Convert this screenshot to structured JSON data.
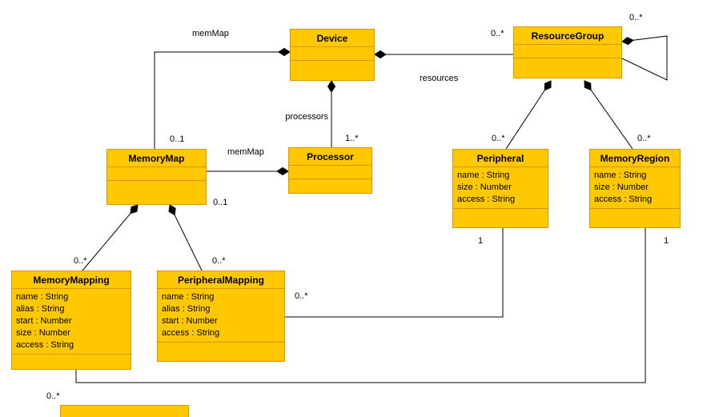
{
  "colors": {
    "class_fill": "#FFC800",
    "class_border": "#DE9400",
    "line": "#000000",
    "background": "#FFFFFF"
  },
  "classes": {
    "device": {
      "name": "Device",
      "attributes": []
    },
    "resource_group": {
      "name": "ResourceGroup",
      "attributes": []
    },
    "memory_map": {
      "name": "MemoryMap",
      "attributes": []
    },
    "processor": {
      "name": "Processor",
      "attributes": []
    },
    "peripheral": {
      "name": "Peripheral",
      "attributes": [
        "name : String",
        "size : Number",
        "access : String"
      ]
    },
    "memory_region": {
      "name": "MemoryRegion",
      "attributes": [
        "name : String",
        "size : Number",
        "access : String"
      ]
    },
    "memory_mapping": {
      "name": "MemoryMapping",
      "attributes": [
        "name : String",
        "alias : String",
        "start : Number",
        "size : Number",
        "access : String"
      ]
    },
    "peripheral_mapping": {
      "name": "PeripheralMapping",
      "attributes": [
        "name : String",
        "alias : String",
        "start : Number",
        "access : String"
      ]
    }
  },
  "edges": {
    "device_memmap_label": "memMap",
    "device_memmap_mult": "0..1",
    "device_resources_label": "resources",
    "device_resources_mult": "0..*",
    "resourcegroup_self_mult": "0..*",
    "device_processors_label": "processors",
    "device_processors_mult": "1..*",
    "processor_memmap_label": "memMap",
    "processor_memmap_mult": "0..1",
    "resourcegroup_peripheral_mult": "0..*",
    "resourcegroup_memoryregion_mult": "0..*",
    "memorymap_memorymapping_mult": "0..*",
    "memorymap_peripheralmapping_mult": "0..*",
    "peripheralmapping_peripheral_mult_source": "0..*",
    "peripheralmapping_peripheral_mult_target": "1",
    "memorymapping_memoryregion_mult_target": "1",
    "memorymapping_memoryregion_mult_source": "0..*"
  }
}
